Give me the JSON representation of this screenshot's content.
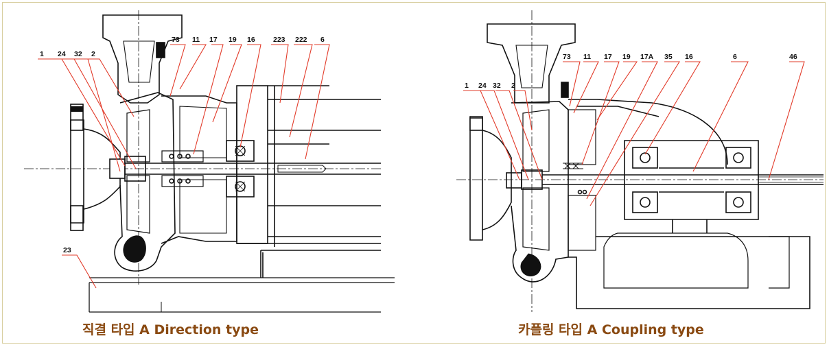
{
  "left_diagram": {
    "caption": "직결 타입 A Direction type",
    "part_labels": [
      "73",
      "11",
      "17",
      "19",
      "16",
      "223",
      "222",
      "6",
      "1",
      "24",
      "32",
      "2",
      "23"
    ]
  },
  "right_diagram": {
    "caption": "카플링 타입 A Coupling type",
    "part_labels": [
      "73",
      "11",
      "17",
      "19",
      "17A",
      "35",
      "16",
      "6",
      "46",
      "1",
      "24",
      "32",
      "2"
    ]
  },
  "colors": {
    "caption": "#8a4a12",
    "line": "#111111",
    "frame": "#d8cfa0",
    "callout": "#e23b2a"
  }
}
